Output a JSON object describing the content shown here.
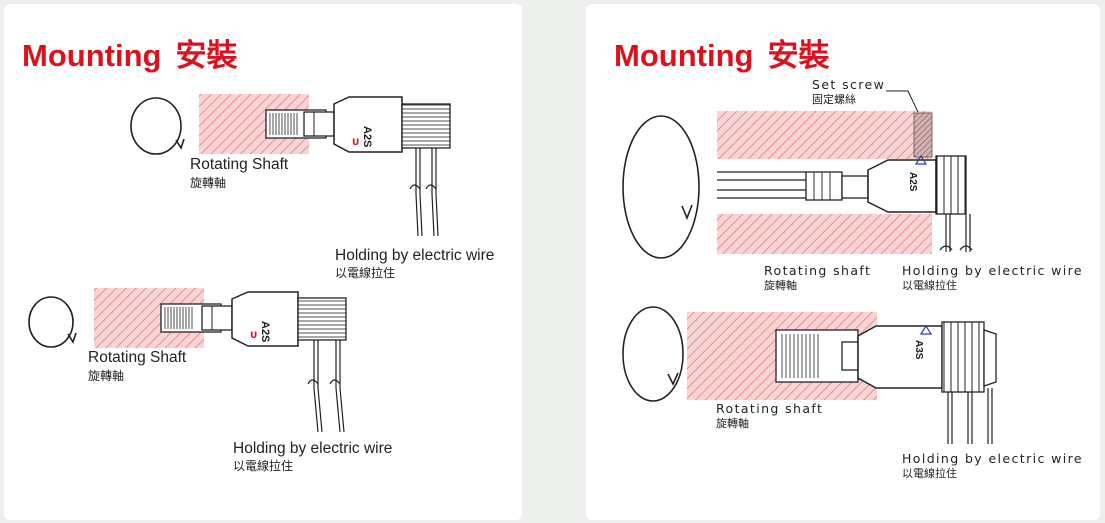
{
  "left": {
    "title_en": "Mounting",
    "title_cn": "安裝",
    "shaft_en": "Rotating Shaft",
    "shaft_cn": "旋轉軸",
    "wire_en": "Holding by electric wire",
    "wire_cn": "以電線拉住",
    "shaft2_en": "Rotating Shaft",
    "shaft2_cn": "旋轉軸",
    "wire2_en": "Holding by electric wire",
    "wire2_cn": "以電線拉住",
    "model": "A2S"
  },
  "right": {
    "title_en": "Mounting",
    "title_cn": "安裝",
    "setscrew_en": "Set screw",
    "setscrew_cn": "固定螺絲",
    "shaft_en": "Rotating shaft",
    "shaft_cn": "旋轉軸",
    "wire_en": "Holding by electric wire",
    "wire_cn": "以電線拉住",
    "shaft2_en": "Rotating shaft",
    "shaft2_cn": "旋轉軸",
    "wire2_en": "Holding by electric wire",
    "wire2_cn": "以電線拉住",
    "model1": "A2S",
    "model2": "A3S"
  },
  "colors": {
    "brand_red": "#d9121e",
    "shaft_fill": "#f6cfcf",
    "hatch": "#e06060"
  }
}
